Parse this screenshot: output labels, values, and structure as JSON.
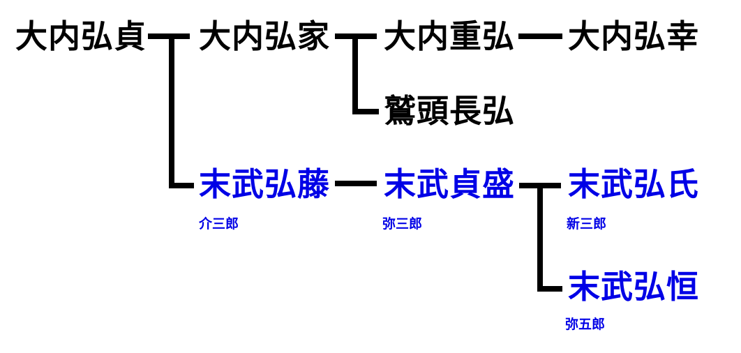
{
  "colors": {
    "main_line": "#000000",
    "sue_line": "#0000e6"
  },
  "persons": {
    "hirosada": {
      "name": "大内弘貞"
    },
    "hiroie": {
      "name": "大内弘家"
    },
    "shigehiro": {
      "name": "大内重弘"
    },
    "hiroyuki": {
      "name": "大内弘幸"
    },
    "nagahiro": {
      "name": "鷲頭長弘"
    },
    "hirofuji": {
      "name": "末武弘藤",
      "title": "介三郎"
    },
    "sadamori": {
      "name": "末武貞盛",
      "title": "弥三郎"
    },
    "hirouji": {
      "name": "末武弘氏",
      "title": "新三郎"
    },
    "hirotsune": {
      "name": "末武弘恒",
      "title": "弥五郎"
    }
  }
}
